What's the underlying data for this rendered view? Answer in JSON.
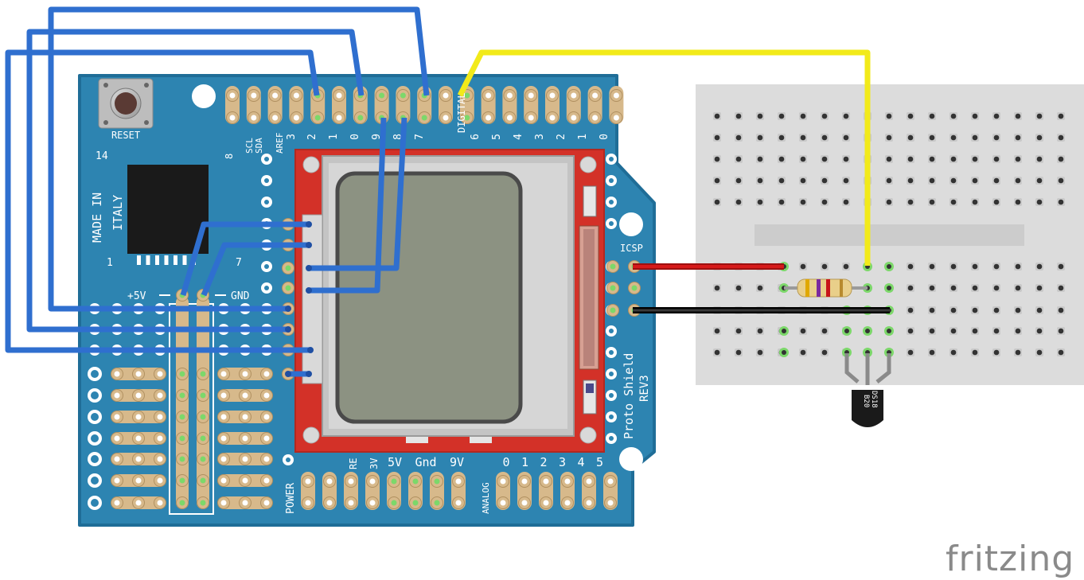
{
  "board": {
    "reset_label": "RESET",
    "made_in": "MADE IN",
    "italy": "ITALY",
    "num_14": "14",
    "num_1": "1",
    "num_7": "7",
    "num_8": "8",
    "plus5v": "+5V",
    "gnd": "GND",
    "scl": "SCL",
    "sda": "SDA",
    "aref": "AREF",
    "digital": "DIGITAL",
    "power": "POWER",
    "analog": "ANALOG",
    "icsp": "ICSP",
    "proto_shield": "Proto Shield",
    "rev3": "REV3",
    "digital_pins": [
      "0",
      "3",
      "2",
      "1",
      "0",
      "9",
      "8",
      "7",
      "6",
      "5",
      "4",
      "3",
      "2",
      "1",
      "0"
    ],
    "power_pins": [
      "RE",
      "3V",
      "5V",
      "Gnd",
      "9V"
    ],
    "analog_pins": [
      "0",
      "1",
      "2",
      "3",
      "4",
      "5"
    ]
  },
  "sensor": {
    "line1": "DS18",
    "line2": "B20"
  },
  "brand": {
    "text": "fritzing"
  },
  "colors": {
    "board": "#2d84b1",
    "board_dark": "#1f6d97",
    "lcd_pcb": "#d33128",
    "wire_blue": "#2f6fcf",
    "wire_yellow": "#f2ea1a",
    "wire_red": "#cc1111",
    "wire_black": "#1a1a1a",
    "breadboard": "#dcdcdc",
    "pin_green": "#7cd86a"
  }
}
